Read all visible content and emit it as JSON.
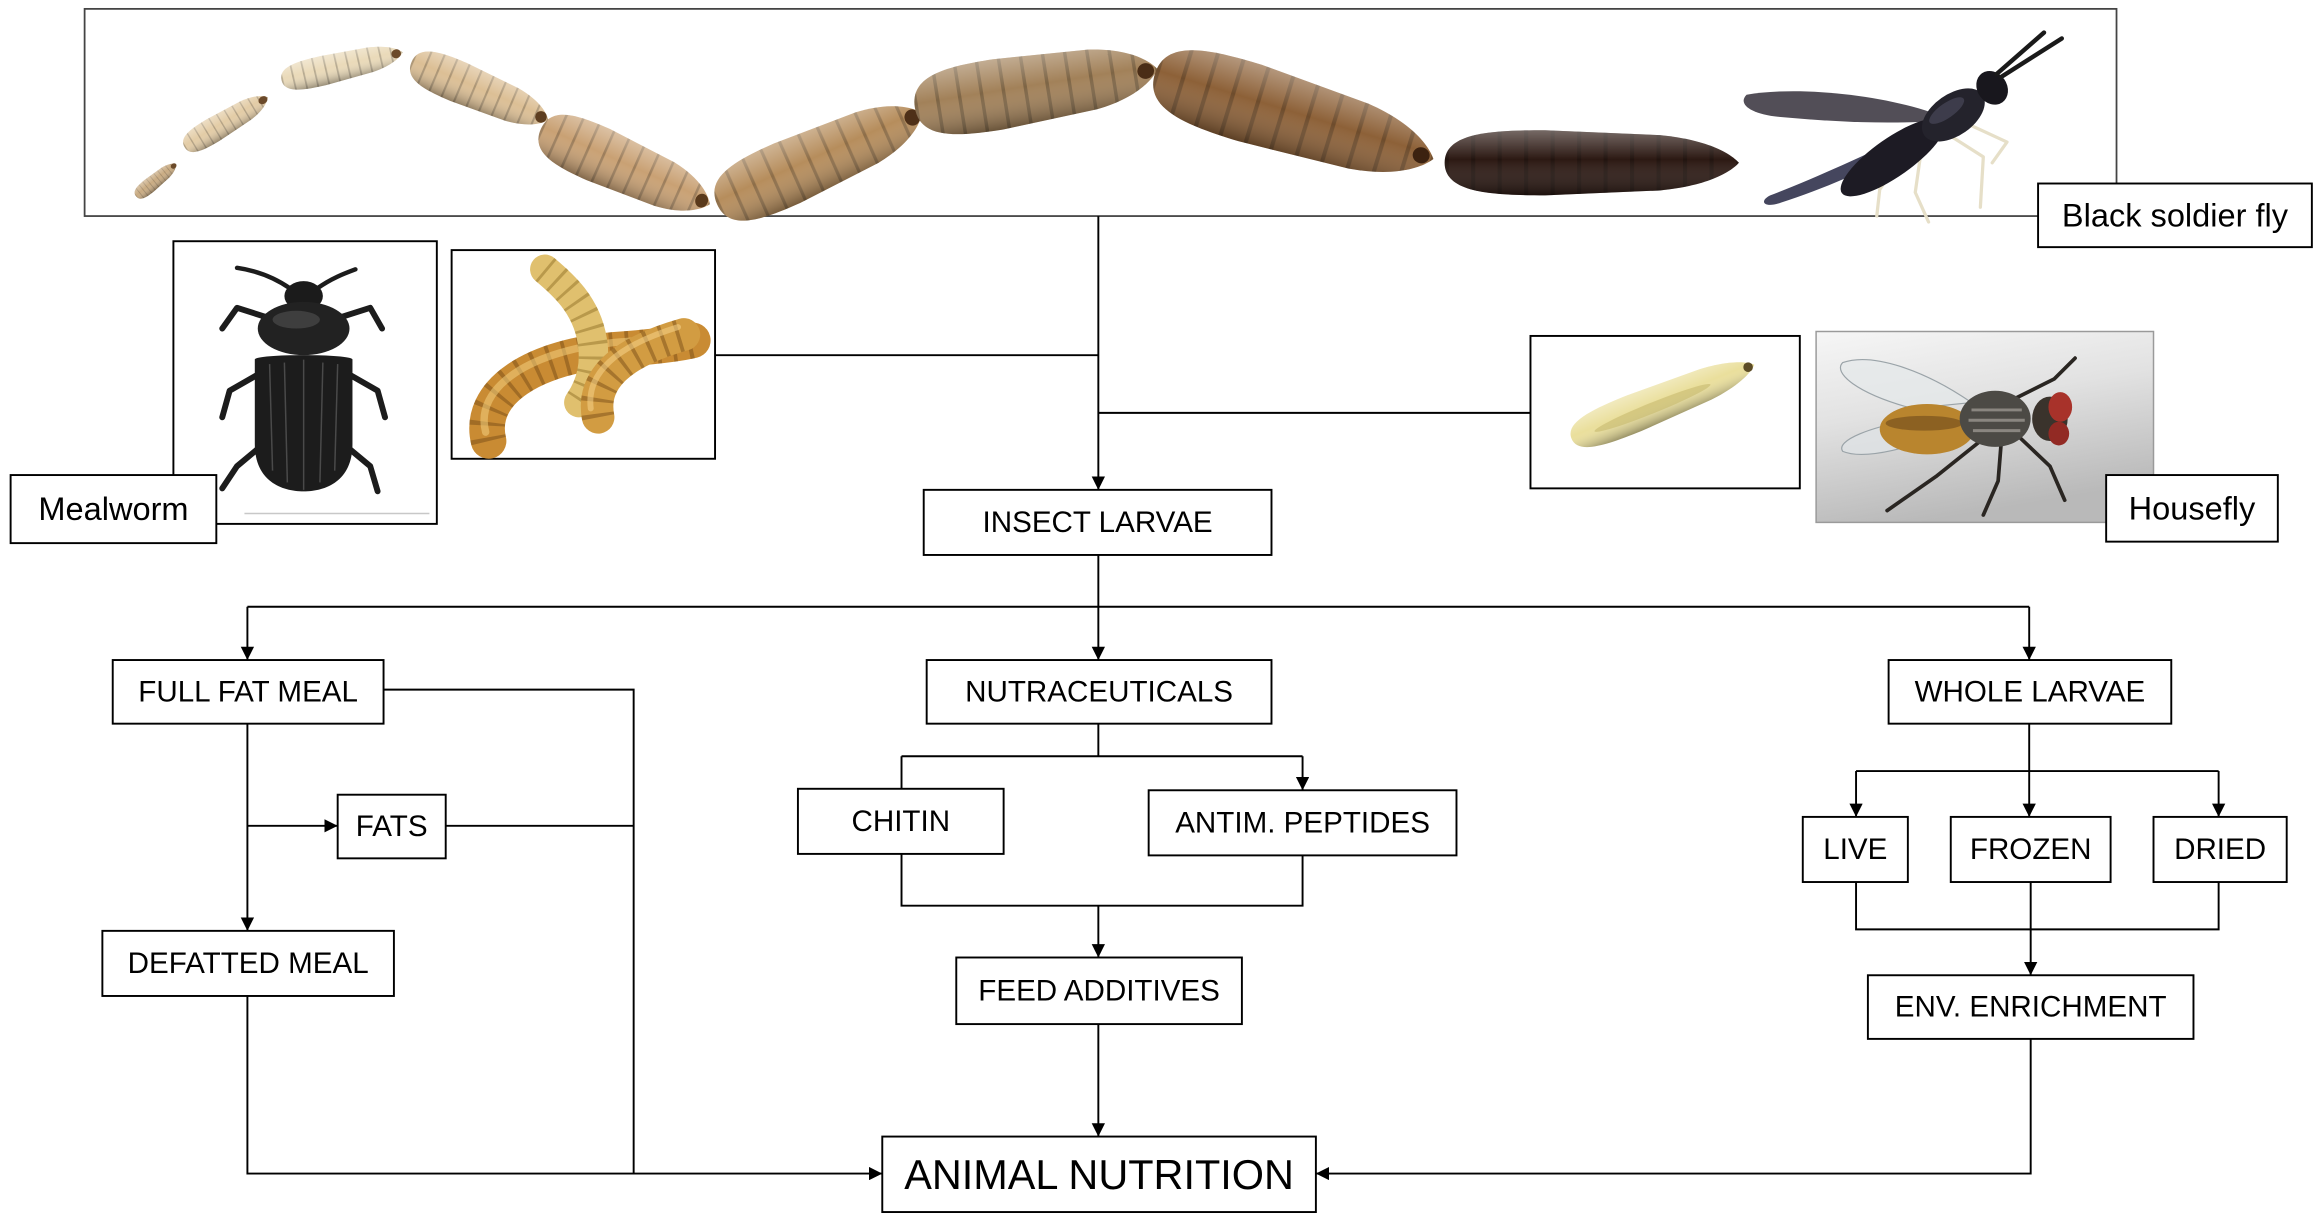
{
  "diagram": {
    "species": {
      "black_soldier_fly": "Black soldier fly",
      "mealworm": "Mealworm",
      "housefly": "Housefly"
    },
    "nodes": {
      "insect_larvae": "INSECT LARVAE",
      "full_fat_meal": "FULL FAT MEAL",
      "fats": "FATS",
      "defatted_meal": "DEFATTED MEAL",
      "nutraceuticals": "NUTRACEUTICALS",
      "chitin": "CHITIN",
      "antim_peptides": "ANTIM. PEPTIDES",
      "feed_additives": "FEED ADDITIVES",
      "whole_larvae": "WHOLE LARVAE",
      "live": "LIVE",
      "frozen": "FROZEN",
      "dried": "DRIED",
      "env_enrichment": "ENV. ENRICHMENT",
      "animal_nutrition": "ANIMAL NUTRITION"
    }
  },
  "colors": {
    "line": "#000000",
    "box_fill": "#ffffff",
    "box_border": "#000000",
    "text": "#000000"
  }
}
